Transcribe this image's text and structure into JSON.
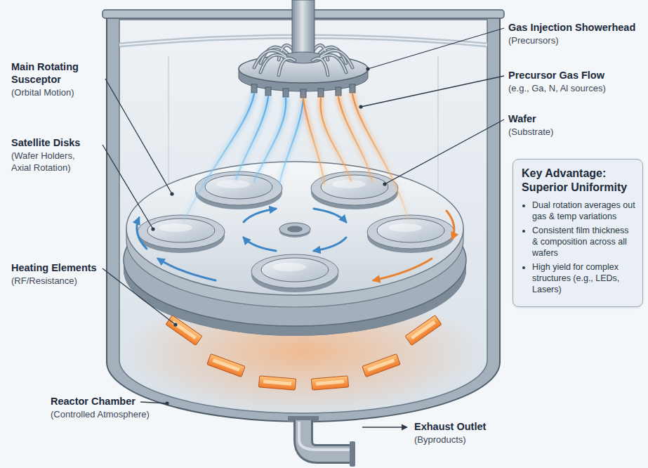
{
  "diagram": {
    "nodes": [
      {
        "text": [
          "Key Advantage: Superior Uniformity",
          "Dual rotation averages out gas & temp variations",
          "Consistent film thickness & composition across all wafers",
          "High yield for complex structures (e.g., LEDs, Lasers)"
        ]
      }
    ],
    "labels": [
      "Gas Injection Showerhead",
      "(Precursors)",
      "Precursor Gas Flow",
      "(e.g., Ga, N, Al sources)",
      "Wafer",
      "(Substrate)",
      "Main Rotating Susceptor",
      "(Orbital Motion)",
      "Satellite Disks",
      "(Wafer Holders, Axial Rotation)",
      "Heating Elements",
      "(RF/Resistance)",
      "Reactor Chamber",
      "(Controlled Atmosphere)",
      "Exhaust Outlet",
      "(Byproducts)"
    ]
  }
}
